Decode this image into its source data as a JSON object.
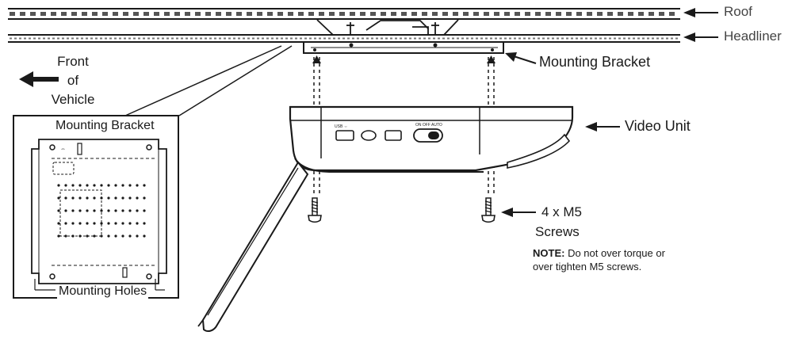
{
  "labels": {
    "roof": "Roof",
    "headliner": "Headliner",
    "mounting_bracket": "Mounting Bracket",
    "video_unit": "Video Unit",
    "screws_count": "4 x M5",
    "screws_name": "Screws",
    "note_label": "NOTE:",
    "note_line1": " Do not over torque or",
    "note_line2": "over tighten M5 screws.",
    "front_line1": "Front",
    "front_line2": "of",
    "front_line3": "Vehicle"
  },
  "inset": {
    "title": "Mounting Bracket",
    "footer": "Mounting Holes"
  },
  "colors": {
    "ink": "#1a1a1a",
    "label_gray": "#444444",
    "hatch": "#555555"
  }
}
